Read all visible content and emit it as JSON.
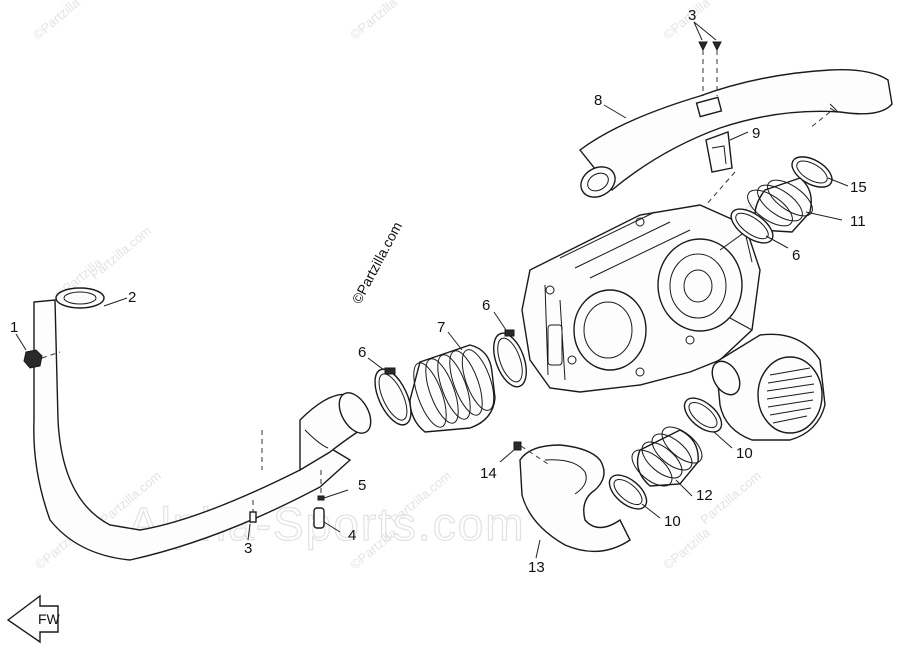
{
  "watermarks": {
    "partzilla": "©Partzilla",
    "partzilla_com": "Partzilla.com",
    "center_stamp": "©Partzilla.com",
    "site": "Alpha-Sports.com"
  },
  "callouts": {
    "c1": "1",
    "c2": "2",
    "c3a": "3",
    "c3b": "3",
    "c4": "4",
    "c5": "5",
    "c6a": "6",
    "c6b": "6",
    "c6c": "6",
    "c7": "7",
    "c8": "8",
    "c9": "9",
    "c10a": "10",
    "c10b": "10",
    "c11": "11",
    "c12": "12",
    "c13": "13",
    "c14": "14",
    "c15": "15"
  },
  "front_arrow": {
    "label": "FW"
  }
}
